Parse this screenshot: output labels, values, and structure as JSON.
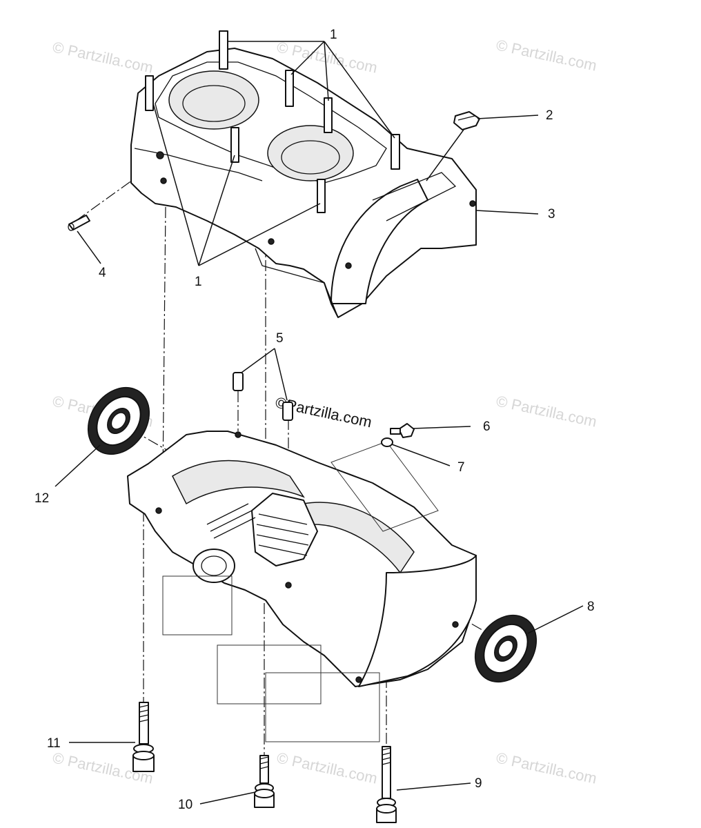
{
  "watermark": {
    "text": "© Partzilla.com",
    "center_text": "©Partzilla.com"
  },
  "callouts": {
    "c1_top": "1",
    "c1_bottom": "1",
    "c2": "2",
    "c3": "3",
    "c4": "4",
    "c5": "5",
    "c6": "6",
    "c7": "7",
    "c8": "8",
    "c9": "9",
    "c10": "10",
    "c11": "11",
    "c12": "12"
  },
  "colors": {
    "line": "#111111",
    "watermark": "#d6d6d6",
    "background": "#ffffff"
  }
}
